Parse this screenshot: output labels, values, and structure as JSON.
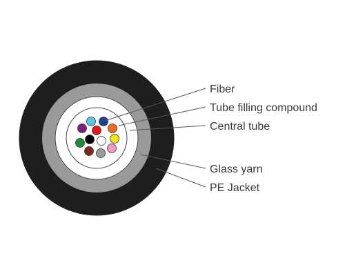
{
  "labels": {
    "fiber": "Fiber",
    "tube_filling_compound": "Tube filling compound",
    "central_tube": "Central tube",
    "glass_yarn": "Glass yarn",
    "pe_jacket": "PE Jacket"
  },
  "colors": {
    "pe_jacket": "#1e1e1e",
    "glass_yarn": "#9a9a9a",
    "central_tube_ring": "#ffffff",
    "filling_compound": "#ffffff",
    "fibers": [
      {
        "name": "light-blue",
        "color": "#5cc6dc"
      },
      {
        "name": "blue",
        "color": "#1f3f8f"
      },
      {
        "name": "violet",
        "color": "#7b1f86"
      },
      {
        "name": "red",
        "color": "#e01818"
      },
      {
        "name": "orange",
        "color": "#ee6a1f"
      },
      {
        "name": "green",
        "color": "#1f8a3a"
      },
      {
        "name": "black",
        "color": "#000000"
      },
      {
        "name": "white",
        "color": "#ffffff"
      },
      {
        "name": "yellow",
        "color": "#f5e21a"
      },
      {
        "name": "brown",
        "color": "#7a2a1a"
      },
      {
        "name": "grey",
        "color": "#9a9a9a"
      },
      {
        "name": "pink",
        "color": "#f29ac8"
      }
    ]
  }
}
